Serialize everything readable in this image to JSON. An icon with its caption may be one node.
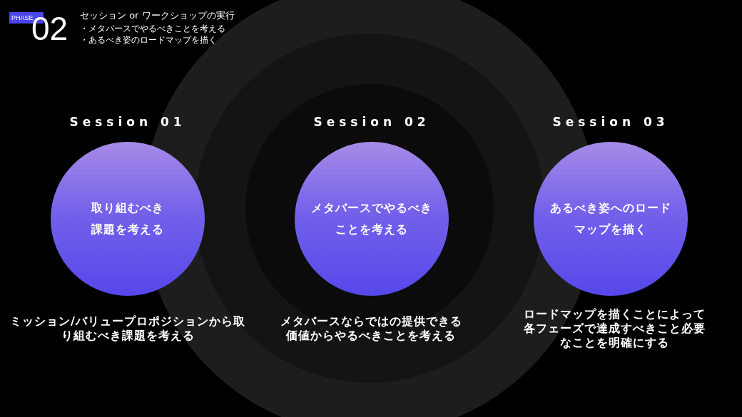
{
  "diagram": {
    "title": "セッション or ワークショップの実行",
    "nodes": [
      {
        "text": [
          "Session 01",
          "取り組むべき課題を考える"
        ],
        "beside": [
          "ミッション/バリュープロポジションから取り組むべき課題を考える"
        ]
      },
      {
        "text": [
          "Session 02",
          "メタバースでやるべきことを考える"
        ],
        "beside": [
          "メタバースならではの提供できる価値からやるべきことを考える"
        ]
      },
      {
        "text": [
          "Session 03",
          "あるべき姿へのロードマップを描く"
        ],
        "beside": [
          "ロードマップを描くことによって各フェーズで達成すべきこと必要なことを明確にする"
        ]
      }
    ],
    "labels": [
      "PHASE",
      "02",
      "・メタバースでやるべきことを考える",
      "・あるべき姿のロードマップを描く"
    ]
  }
}
